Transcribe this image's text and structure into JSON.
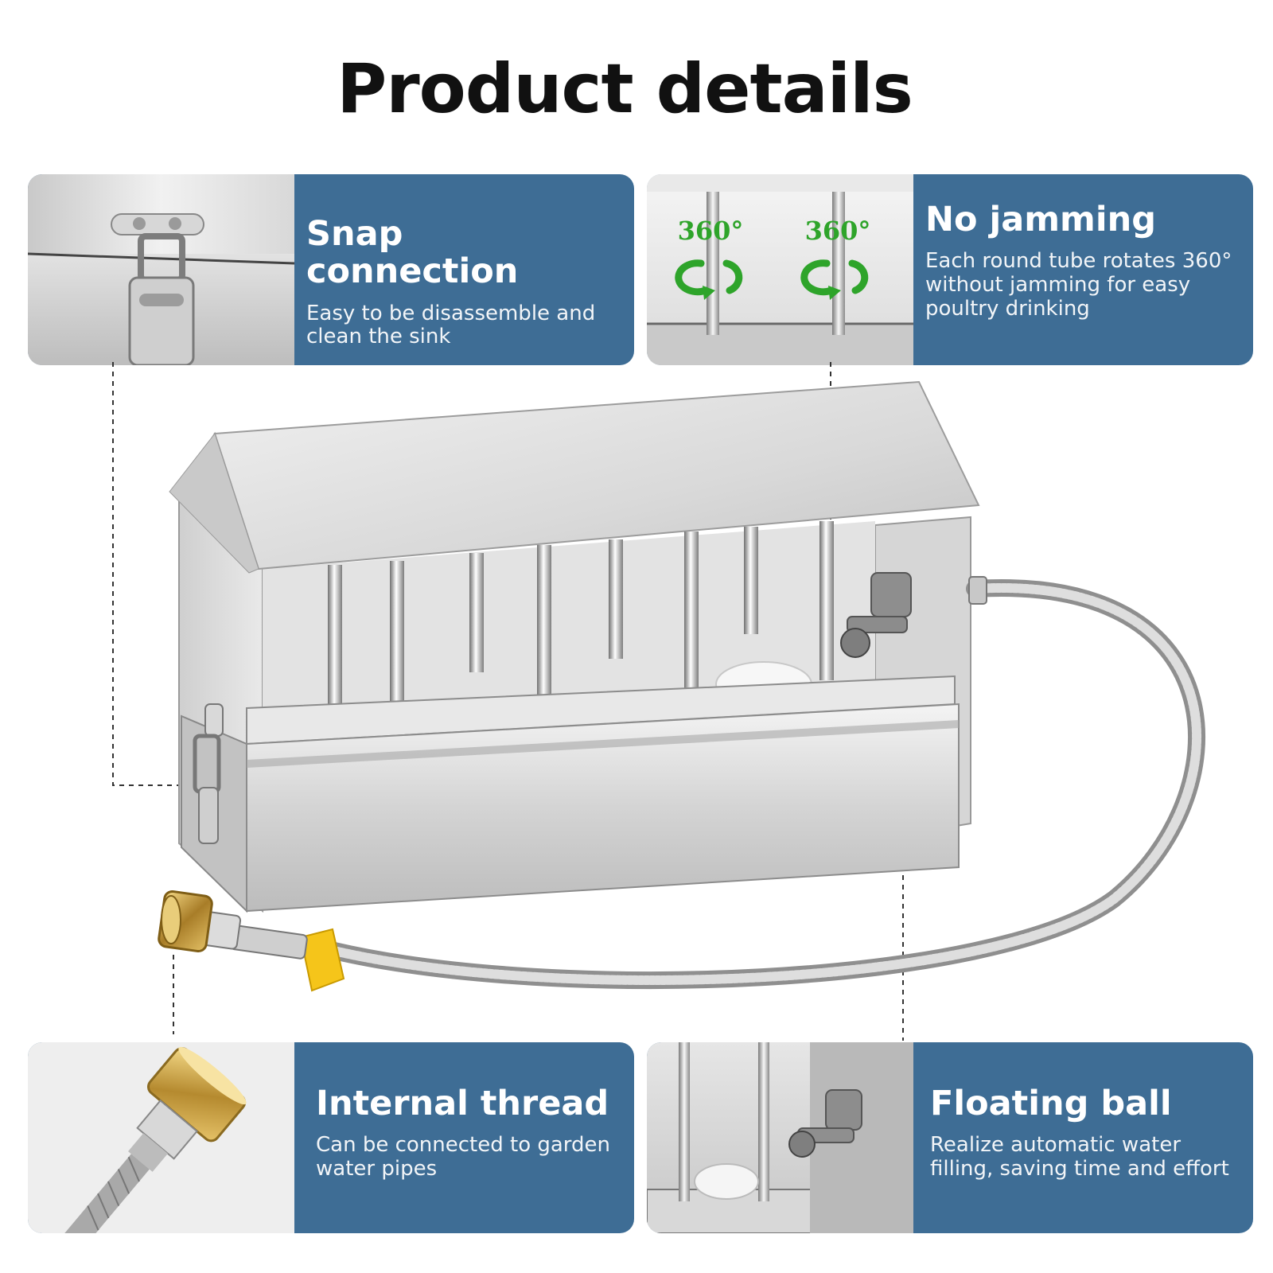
{
  "title": "Product details",
  "colors": {
    "card_bg": "#3e6d95",
    "arrow_green": "#2ea42a"
  },
  "features": [
    {
      "heading": "Snap connection",
      "description": "Easy to be disassemble and clean the sink",
      "icon": "latch-icon"
    },
    {
      "heading": "No jamming",
      "description": "Each round tube rotates 360° without jamming for easy poultry drinking",
      "icon": "rotate-icon"
    },
    {
      "heading": "Internal thread",
      "description": "Can be connected to garden water pipes",
      "icon": "brass-fitting-icon"
    },
    {
      "heading": "Floating ball",
      "description": "Realize automatic water filling, saving time and effort",
      "icon": "float-valve-icon"
    }
  ],
  "rotation_labels": [
    "360°",
    "360°"
  ]
}
